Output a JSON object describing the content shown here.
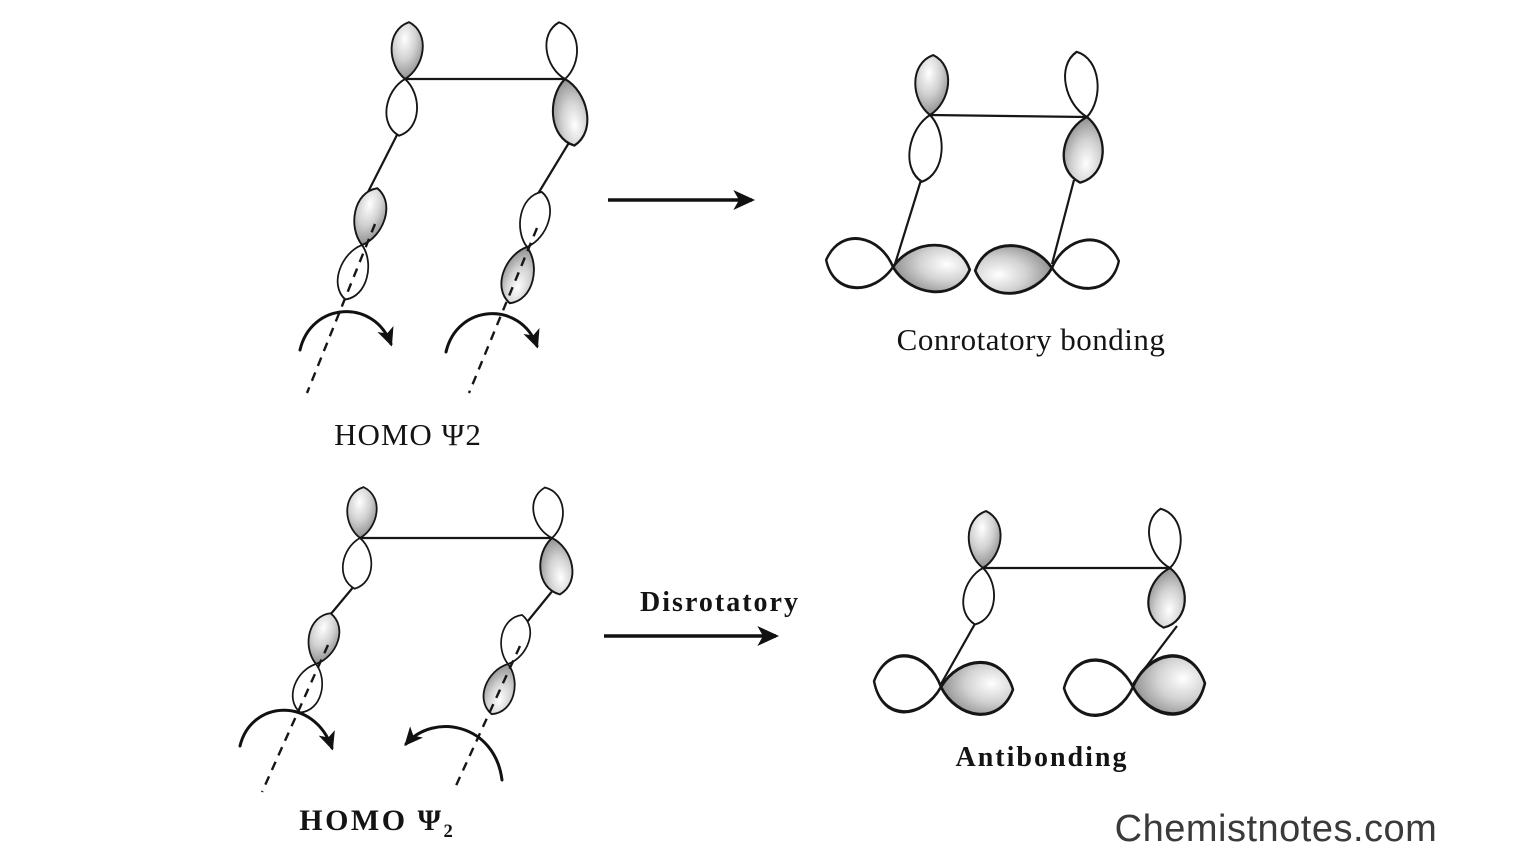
{
  "labels": {
    "homo_top": "HOMO Ψ2",
    "homo_bottom_base": "HOMO Ψ",
    "homo_bottom_subscript": "2",
    "conrotatory_bonding": "Conrotatory bonding",
    "disrotatory": "Disrotatory",
    "antibonding": "Antibonding",
    "watermark": "Chemistnotes.com"
  },
  "figure": {
    "type": "molecular-orbital-diagram",
    "topic": "Electrocyclic ring closure of the butadiene HOMO Ψ2: conrotatory motion gives bonding overlap, disrotatory motion gives antibonding overlap",
    "panels": [
      {
        "name": "homo-psi2-reactant-top",
        "label": "HOMO Ψ2",
        "rotation": "both curved arrows clockwise (conrotatory)"
      },
      {
        "name": "conrotatory-product",
        "label": "Conrotatory bonding",
        "result": "shaded (same-phase) lobes meet - bonding"
      },
      {
        "name": "homo-psi2-reactant-bottom",
        "label": "HOMO Ψ2",
        "rotation": "curved arrows rotate in opposite directions (disrotatory)"
      },
      {
        "name": "disrotatory-product",
        "label": "Antibonding",
        "result": "opposite-phase lobes meet - antibonding"
      }
    ]
  },
  "colors": {
    "background": "#ffffff",
    "line": "#161616",
    "lobe_white": "#ffffff",
    "lobe_shaded_dark": "#7e7e7e",
    "watermark_text": "#3a3a3a"
  }
}
